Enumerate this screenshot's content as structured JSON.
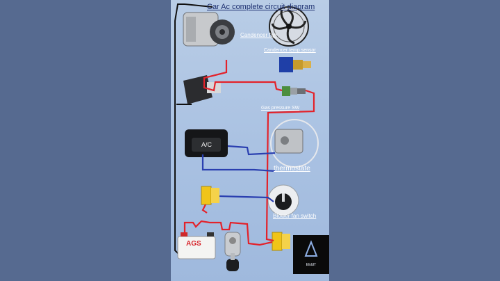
{
  "diagram": {
    "title": "Car Ac complete circuit diagram",
    "labels": {
      "condenser_fan": "Candencer fan",
      "condenser_temp_sensor": "Candencer temp sensor",
      "gas_pressure_switch": "Gas pressure SW",
      "thermostat": "thermostate",
      "blower_fan_switch": "Blower fan switch"
    },
    "ac_switch_text": "A/C",
    "battery_brand": "AGS",
    "logo_text": "EE&IT"
  },
  "colors": {
    "wire_red": "#e3222a",
    "wire_blue": "#2a3fb0",
    "wire_black": "#111111",
    "label_white": "#ffffff",
    "title_navy": "#1b2e6f"
  }
}
